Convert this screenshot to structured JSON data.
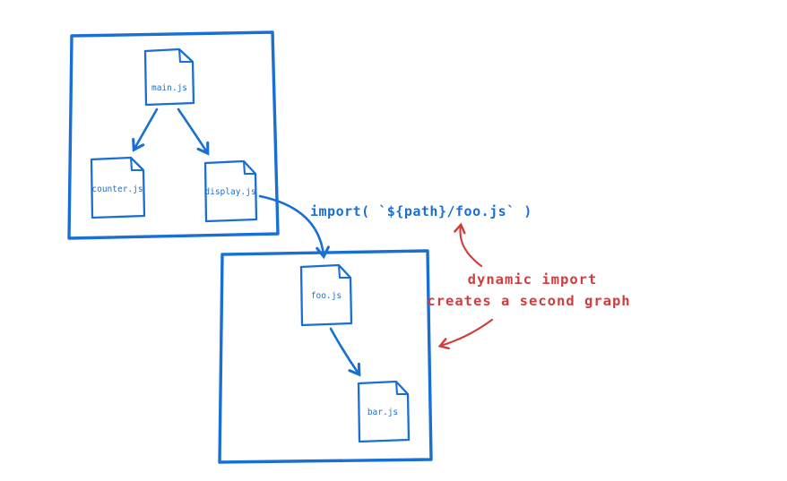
{
  "colors": {
    "blue": "#1a6fd4",
    "red": "#d13c3c",
    "background": "#ffffff"
  },
  "nodes": {
    "main": "main.js",
    "counter": "counter.js",
    "display": "display.js",
    "foo": "foo.js",
    "bar": "bar.js"
  },
  "import_call": "import( `${path}/foo.js` )",
  "annotation": [
    "dynamic import",
    "creates a second graph"
  ]
}
